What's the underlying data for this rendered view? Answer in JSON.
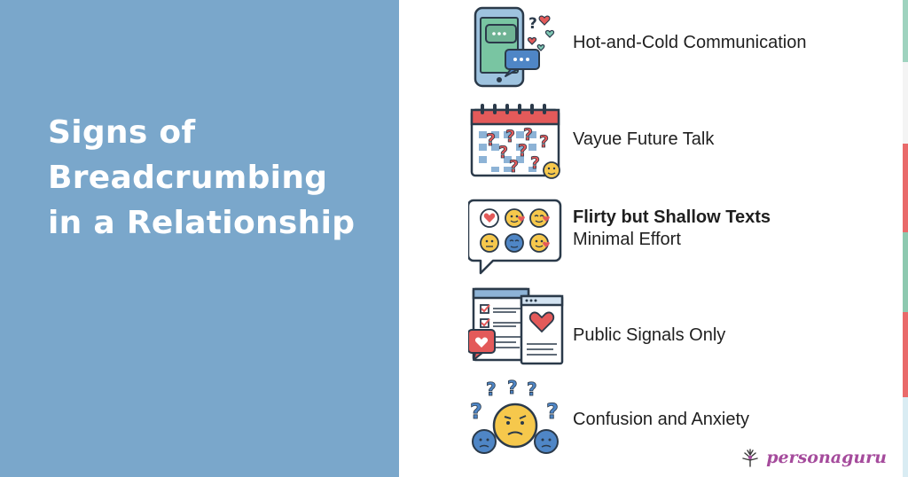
{
  "slide": {
    "title_lines": [
      "Signs of",
      "Breadcrumbing",
      "in a Relationship"
    ]
  },
  "signs": [
    {
      "label": "Hot-and-Cold Communication",
      "icon": "phone-chat-icon"
    },
    {
      "label": "Vayue Future Talk",
      "icon": "calendar-question-icon"
    },
    {
      "label": "Flirty but Shallow Texts",
      "sublabel": "Minimal Effort",
      "icon": "emoji-speech-bubble-icon"
    },
    {
      "label": "Public Signals Only",
      "icon": "social-post-heart-icon"
    },
    {
      "label": "Confusion and Anxiety",
      "icon": "confused-faces-icon"
    }
  ],
  "brand": {
    "text": "personaguru",
    "icon": "tree-logo-icon"
  },
  "colors": {
    "left_panel": "#7aa7cb",
    "title_text": "#ffffff",
    "body_text": "#1f1f1f",
    "accent_red": "#e35a5a",
    "accent_teal": "#7fc8b4",
    "brand_purple": "#a54b9c"
  }
}
